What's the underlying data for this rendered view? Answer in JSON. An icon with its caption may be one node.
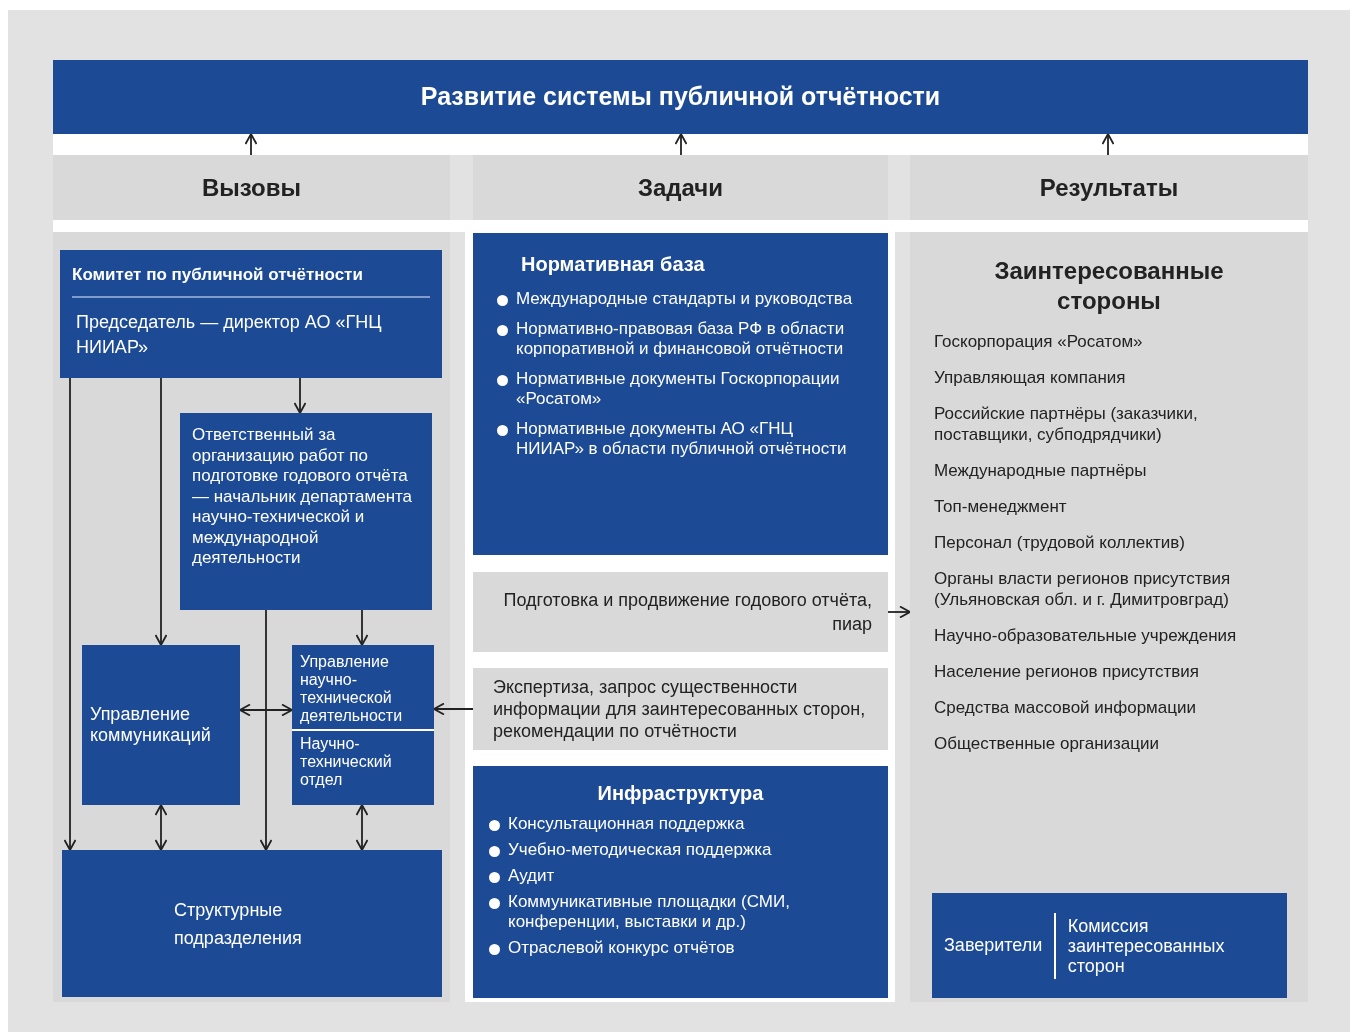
{
  "diagram": {
    "nodes": [
      {
        "text": [
          "Развитие системы публичной отчётности"
        ]
      },
      {
        "text": [
          "Вызовы"
        ]
      },
      {
        "text": [
          "Задачи"
        ]
      },
      {
        "text": [
          "Результаты"
        ]
      },
      {
        "text": [
          "Комитет по публичной отчётности",
          "Председатель — директор АО «ГНЦ НИИАР»"
        ]
      },
      {
        "text": [
          "Ответственный за организацию работ по подготовке годового отчёта — начальник департамента научно-технической и международной деятельности"
        ]
      },
      {
        "text": [
          "Управление коммуникаций"
        ]
      },
      {
        "text": [
          "Управление научно-технической деятельности",
          "Научно-технический отдел"
        ]
      },
      {
        "text": [
          "Структурные подразделения"
        ]
      },
      {
        "text": [
          "Нормативная база",
          "Международные стандарты и руководства",
          "Нормативно-правовая база РФ в области корпоративной и финансовой отчётности",
          "Нормативные документы Госкорпорации «Росатом»",
          "Нормативные документы АО «ГНЦ НИИАР» в области публичной отчётности"
        ]
      },
      {
        "text": [
          "Подготовка и продвижение годового отчёта, пиар"
        ]
      },
      {
        "text": [
          "Экспертиза, запрос существенности информации для заинтересованных сторон, рекомендации по отчётности"
        ]
      },
      {
        "text": [
          "Инфраструктура",
          "Консультационная поддержка",
          "Учебно-методическая поддержка",
          "Аудит",
          "Коммуникативные площадки (СМИ, конференции, выставки и др.)",
          "Отраслевой конкурс отчётов"
        ]
      },
      {
        "text": [
          "Заинтересованные стороны",
          "Госкорпорация «Росатом»",
          "Управляющая компания",
          "Российские партнёры (заказчики, поставщики, субподрядчики)",
          "Международные партнёры",
          "Топ-менеджмент",
          "Персонал (трудовой коллектив)",
          "Органы власти регионов присутствия (Ульяновская обл. и г. Димитровград)",
          "Научно-образовательные учреждения",
          "Население регионов присутствия",
          "Средства массовой информации",
          "Общественные организации"
        ]
      },
      {
        "text": [
          "Заверители",
          "Комиссия заинтересованных сторон"
        ],
        "in": 13
      }
    ],
    "edges": [
      {
        "from": 1,
        "to": 0,
        "arrow": "to"
      },
      {
        "from": 2,
        "to": 0,
        "arrow": "to"
      },
      {
        "from": 3,
        "to": 0,
        "arrow": "to"
      },
      {
        "from": 4,
        "to": 8,
        "arrow": "to"
      },
      {
        "from": 4,
        "to": 6,
        "arrow": "to"
      },
      {
        "from": 4,
        "to": 5,
        "arrow": "to"
      },
      {
        "from": 5,
        "to": 8,
        "arrow": "to"
      },
      {
        "from": 5,
        "to": 7,
        "arrow": "to"
      },
      {
        "from": 6,
        "to": 7,
        "arrow": "both"
      },
      {
        "from": 6,
        "to": 8,
        "arrow": "both"
      },
      {
        "from": 7,
        "to": 8,
        "arrow": "both"
      },
      {
        "from": 10,
        "to": 13,
        "arrow": "to"
      },
      {
        "from": 11,
        "to": 7,
        "arrow": "to"
      }
    ]
  }
}
